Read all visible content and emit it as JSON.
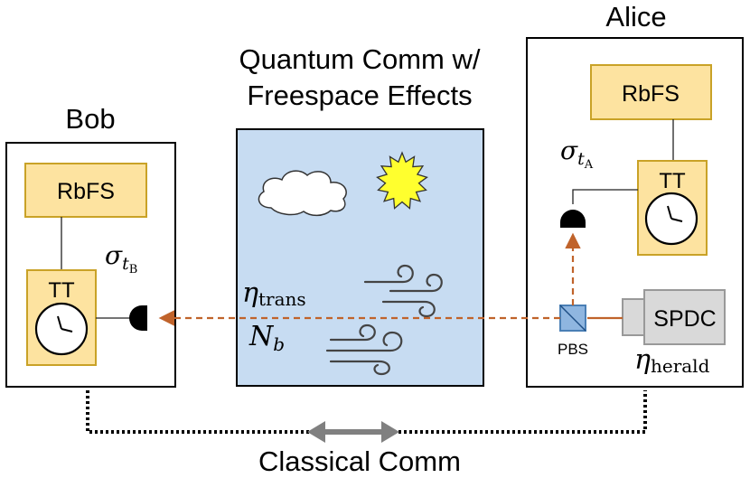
{
  "center": {
    "title_line1": "Quantum Comm w/",
    "title_line2": "Freespace Effects",
    "eta_symbol": "η",
    "eta_sub": "trans",
    "n_symbol": "N",
    "n_sub": "b"
  },
  "bob": {
    "label": "Bob",
    "rbfs_label": "RbFS",
    "tt_label": "TT",
    "sigma_symbol": "σ",
    "sigma_sub": "t",
    "sigma_subsub": "B"
  },
  "alice": {
    "label": "Alice",
    "rbfs_label": "RbFS",
    "tt_label": "TT",
    "sigma_symbol": "σ",
    "sigma_sub": "t",
    "sigma_subsub": "A",
    "pbs_label": "PBS",
    "spdc_label": "SPDC",
    "eta_symbol": "η",
    "eta_sub": "herald"
  },
  "classical": {
    "label": "Classical Comm"
  },
  "colors": {
    "box_fill": "#fde3a0",
    "box_stroke": "#c9a227",
    "sky": "#c7dcf2",
    "beam": "#c0632b",
    "sun": "#ffff2e",
    "pbs": "#8fb6e0",
    "spdc": "#d9d9d9"
  }
}
